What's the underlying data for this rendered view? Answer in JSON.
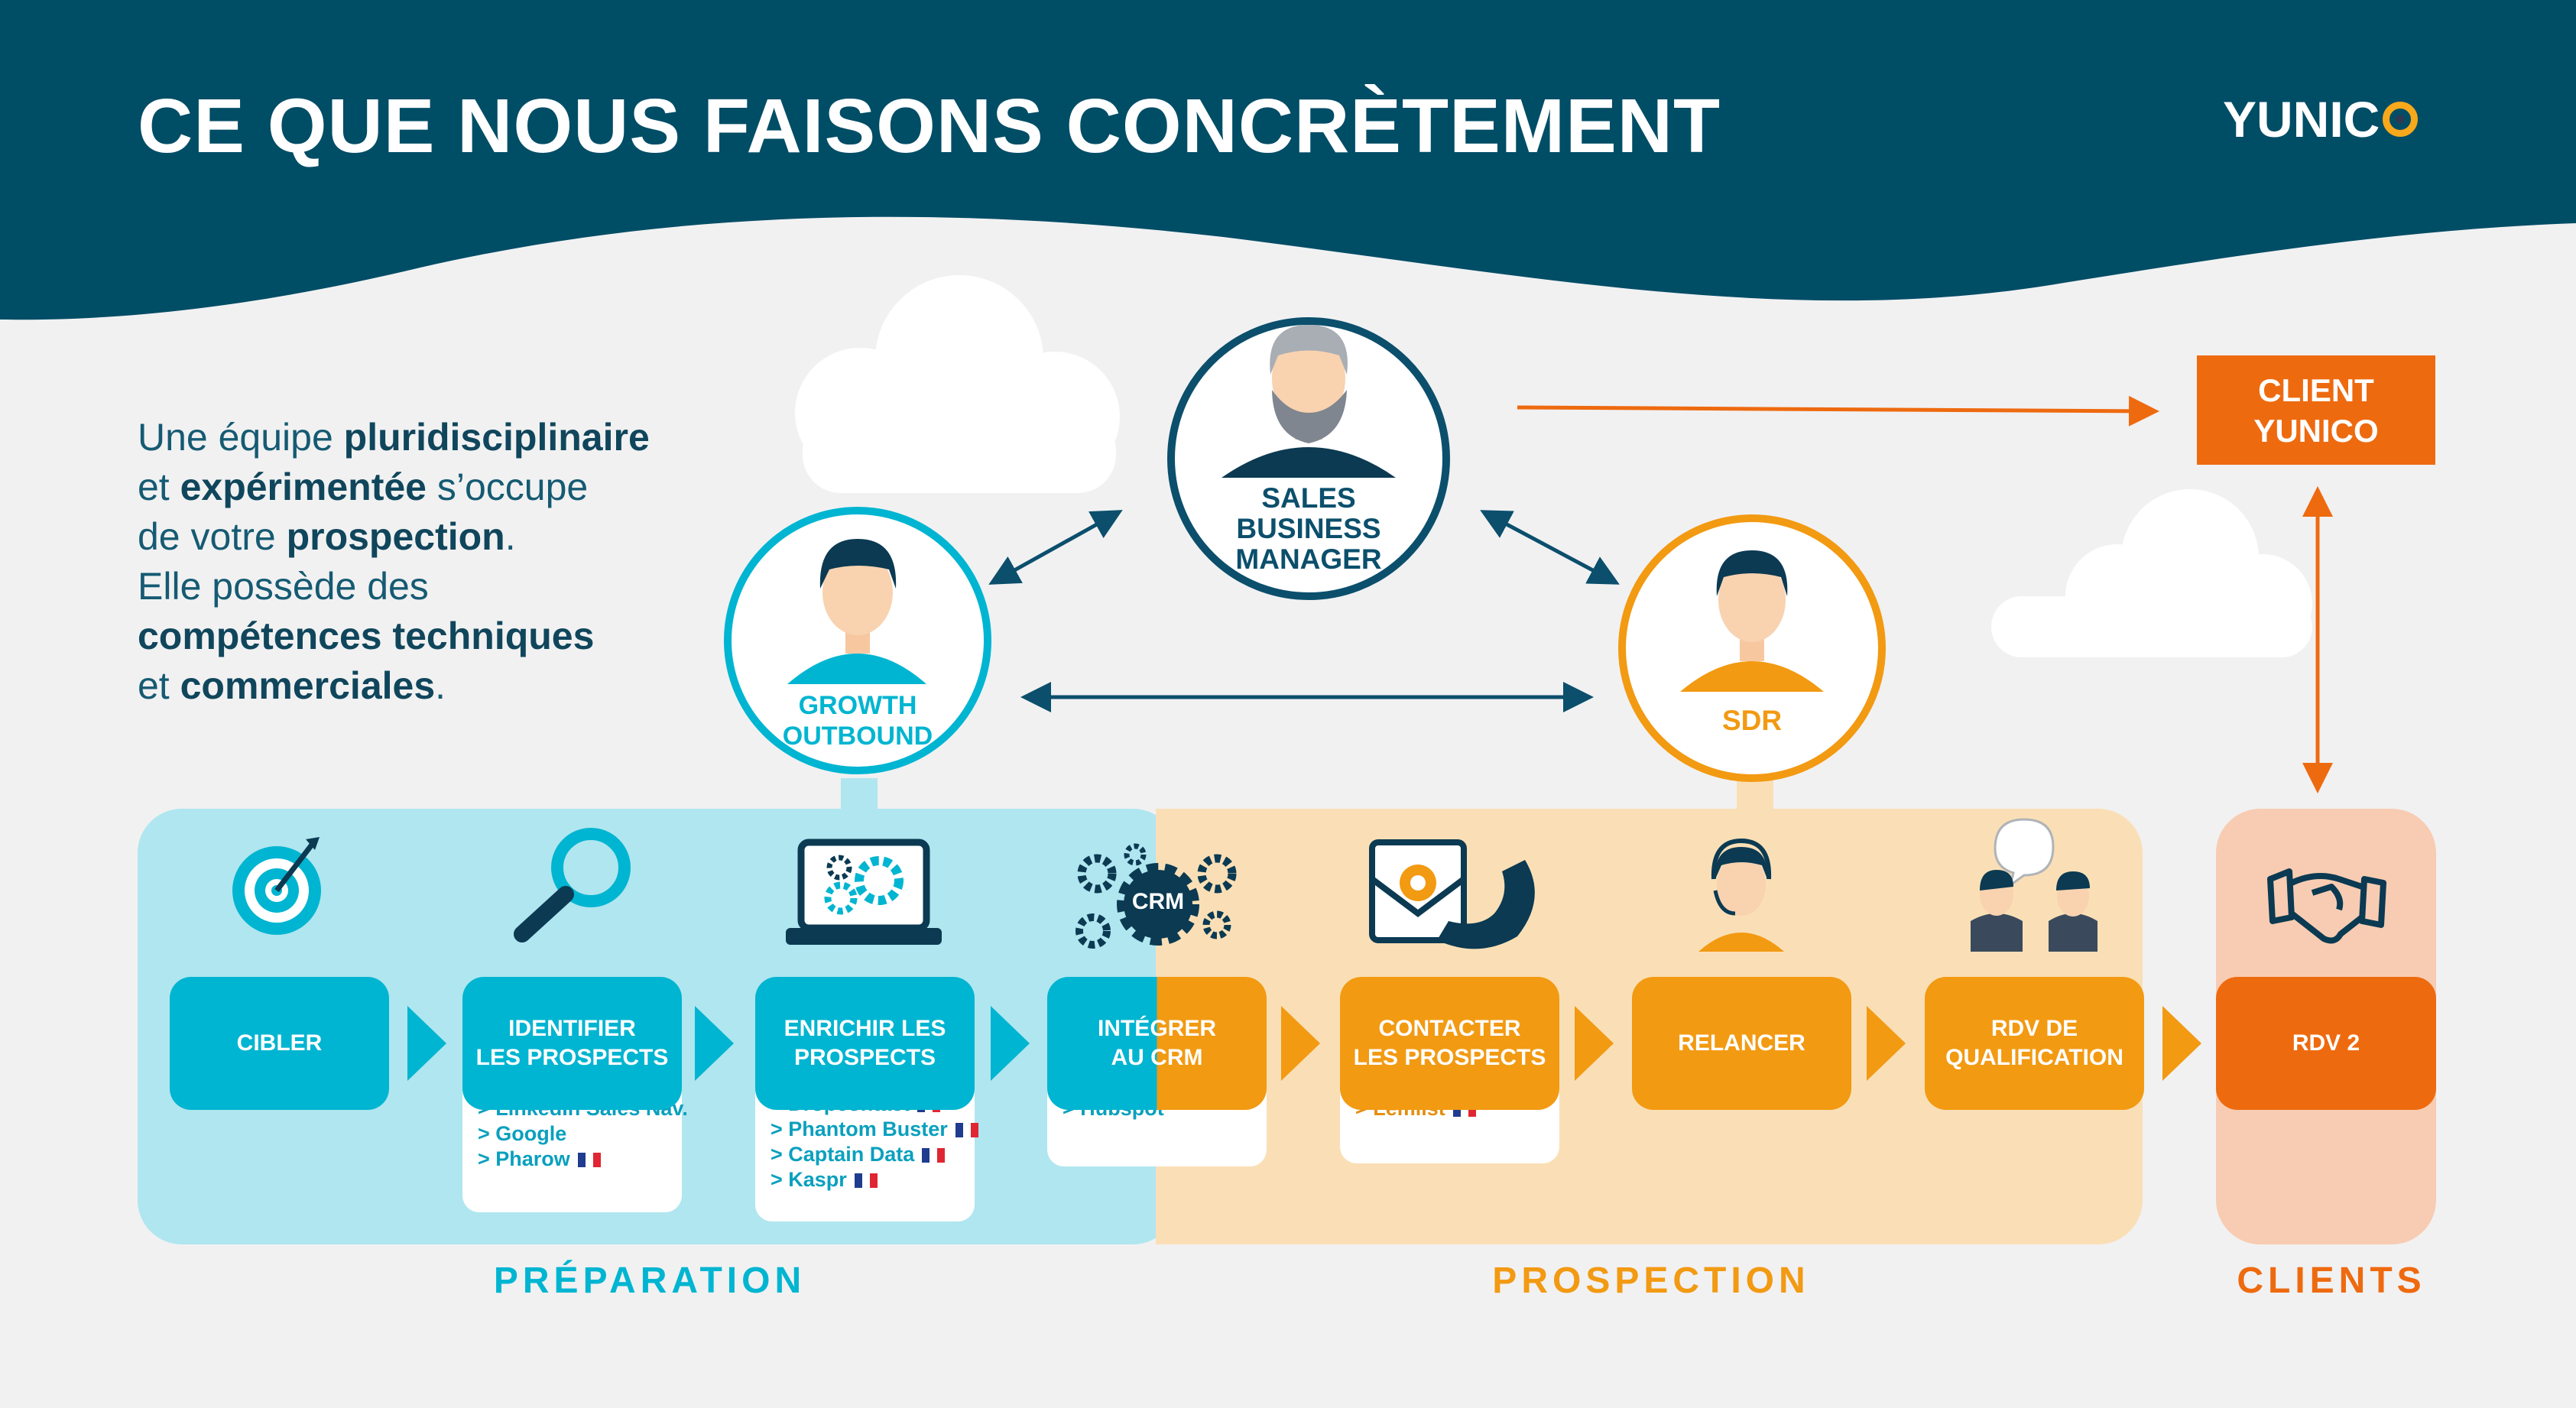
{
  "header": {
    "title": "CE QUE NOUS FAISONS CONCRÈTEMENT",
    "logo": "YUNIC"
  },
  "intro": [
    [
      {
        "t": "Une équipe ",
        "b": false
      },
      {
        "t": "pluridisciplinaire",
        "b": true
      }
    ],
    [
      {
        "t": "et ",
        "b": false
      },
      {
        "t": "expérimentée",
        "b": true
      },
      {
        "t": " s’occupe",
        "b": false
      }
    ],
    [
      {
        "t": "de votre ",
        "b": false
      },
      {
        "t": "prospection",
        "b": true
      },
      {
        "t": ".",
        "b": false
      }
    ],
    [
      {
        "t": "Elle possède des",
        "b": false
      }
    ],
    [
      {
        "t": "compétences techniques",
        "b": true
      }
    ],
    [
      {
        "t": "et ",
        "b": false
      },
      {
        "t": "commerciales",
        "b": true
      },
      {
        "t": ".",
        "b": false
      }
    ]
  ],
  "roles": {
    "sbm": {
      "label": [
        "SALES",
        "BUSINESS",
        "MANAGER"
      ],
      "color": "#0b4f6c"
    },
    "growth": {
      "label": [
        "GROWTH",
        "OUTBOUND"
      ],
      "color": "#00b5d1"
    },
    "sdr": {
      "label": [
        "SDR"
      ],
      "color": "#f29a12"
    }
  },
  "client_box": [
    "CLIENT",
    "YUNICO"
  ],
  "steps": [
    {
      "key": "cibler",
      "label": [
        "CIBLER"
      ],
      "style": "blue",
      "icon": "target-icon"
    },
    {
      "key": "identifier",
      "label": [
        "IDENTIFIER",
        "LES PROSPECTS"
      ],
      "style": "blue",
      "icon": "magnifier-icon",
      "tools": [
        {
          "t": "> LinkedIn Sales Nav.",
          "flag": false
        },
        {
          "t": "> Google",
          "flag": false
        },
        {
          "t": "> Pharow",
          "flag": true
        }
      ]
    },
    {
      "key": "enrichir",
      "label": [
        "ENRICHIR LES",
        "PROSPECTS"
      ],
      "style": "blue",
      "icon": "laptop-gears-icon",
      "tools": [
        {
          "t": "> Dropcontact",
          "flag": true
        },
        {
          "t": "> Phantom Buster",
          "flag": true
        },
        {
          "t": "> Captain Data",
          "flag": true
        },
        {
          "t": "> Kaspr",
          "flag": true
        }
      ]
    },
    {
      "key": "integrer",
      "label": [
        "INTÉGRER",
        "AU CRM"
      ],
      "style": "split",
      "icon": "crm-gears-icon",
      "tools": [
        {
          "t": "> Hubspot",
          "flag": false
        }
      ],
      "icon_text": "CRM"
    },
    {
      "key": "contacter",
      "label": [
        "CONTACTER",
        "LES PROSPECTS"
      ],
      "style": "orange",
      "icon": "email-phone-icon",
      "tools": [
        {
          "t": "> Lemlist",
          "flag": true
        }
      ]
    },
    {
      "key": "relancer",
      "label": [
        "RELANCER"
      ],
      "style": "orange",
      "icon": "headset-agent-icon"
    },
    {
      "key": "rdv-qualif",
      "label": [
        "RDV DE",
        "QUALIFICATION"
      ],
      "style": "orange",
      "icon": "meeting-icon"
    },
    {
      "key": "rdv2",
      "label": [
        "RDV 2"
      ],
      "style": "red",
      "icon": "handshake-icon"
    }
  ],
  "sections": {
    "preparation": "PRÉPARATION",
    "prospection": "PROSPECTION",
    "clients": "CLIENTS"
  },
  "colors": {
    "navy": "#004d66",
    "blue": "#00b5d1",
    "orange": "#f29a12",
    "red": "#ee6a0f",
    "light_blue": "#b0e6ef",
    "light_orange": "#fadfb6",
    "light_peach": "#f8ccb2"
  }
}
